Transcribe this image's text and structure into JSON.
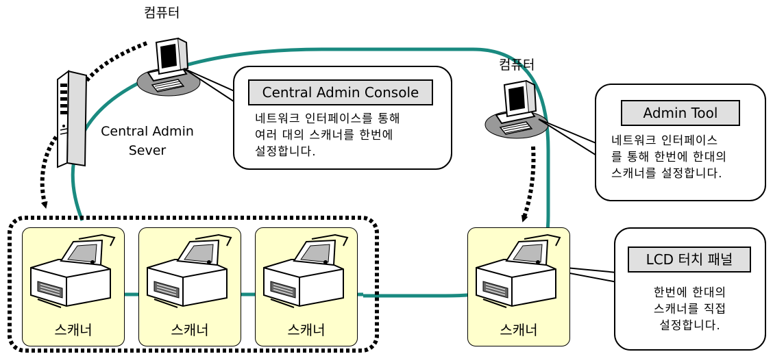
{
  "labels": {
    "computer_left": "컴퓨터",
    "computer_right": "컴퓨터",
    "server_line1": "Central Admin",
    "server_line2": "Sever"
  },
  "callouts": {
    "central_console": {
      "title": "Central Admin Console",
      "lines": [
        "네트워크 인터페이스를 통해",
        "여러 대의 스캐너를 한번에",
        "설정합니다."
      ]
    },
    "admin_tool": {
      "title": "Admin Tool",
      "lines": [
        "네트워크 인터페이스",
        "를 통해 한번에 한대의",
        "스캐너를 설정합니다."
      ]
    },
    "lcd_panel": {
      "title": "LCD 터치 패널",
      "lines": [
        "한번에 한대의",
        "스캐너를 직접",
        "설정합니다."
      ]
    }
  },
  "scanners": [
    "스캐너",
    "스캐너",
    "스캐너",
    "스캐너"
  ],
  "colors": {
    "network_line": "#1a8a80",
    "scanner_fill": "#ffffcc",
    "title_fill": "#e0e0e0"
  }
}
